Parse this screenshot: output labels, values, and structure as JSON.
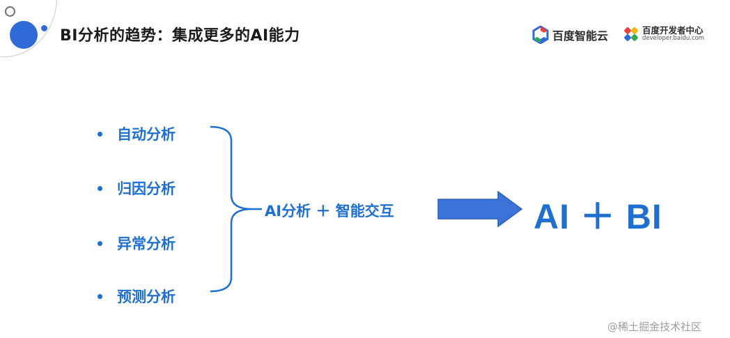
{
  "header": {
    "title": "BI分析的趋势：集成更多的AI能力",
    "logos": {
      "cloud_name": "百度智能云",
      "dev_name": "百度开发者中心",
      "dev_url": "developer.baidu.com"
    }
  },
  "content": {
    "bullets": [
      {
        "label": "自动分析"
      },
      {
        "label": "归因分析"
      },
      {
        "label": "异常分析"
      },
      {
        "label": "预测分析"
      }
    ],
    "combined": "AI分析 ＋ 智能交互",
    "result": "AI ＋ BI"
  },
  "watermark": "@稀土掘金技术社区",
  "colors": {
    "accent": "#1f6fd1",
    "dot": "#2f6bd8",
    "arrow": "#3b73d9"
  },
  "icons": [
    "baidu-cloud-logo-icon",
    "baidu-developer-logo-icon",
    "right-arrow-icon",
    "curly-brace-icon"
  ]
}
